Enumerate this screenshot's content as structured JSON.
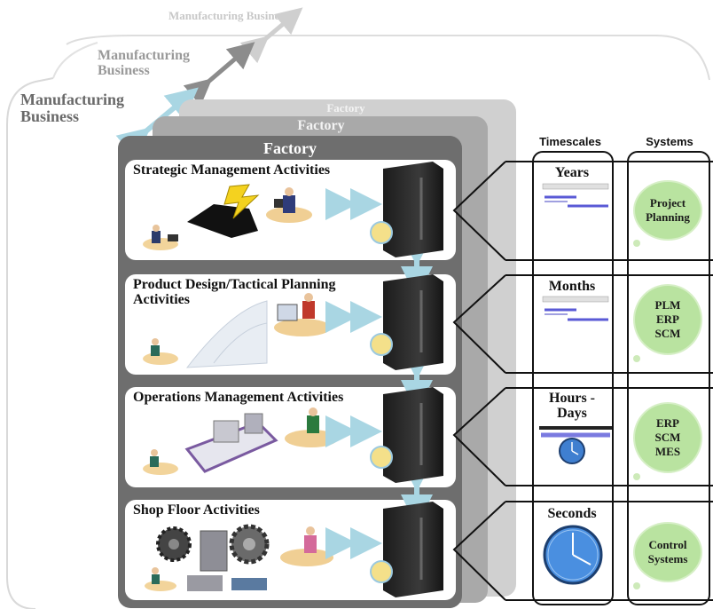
{
  "business_labels": [
    "Manufacturing Business",
    "Manufacturing Business",
    "Manufacturing Business"
  ],
  "factory_labels": [
    "Factory",
    "Factory",
    "Factory"
  ],
  "column_headers": {
    "timescales": "Timescales",
    "systems": "Systems"
  },
  "rows": [
    {
      "title": "Strategic Management Activities",
      "timescale": "Years",
      "systems": [
        "Project",
        "Planning"
      ]
    },
    {
      "title": "Product Design/Tactical Planning\nActivities",
      "timescale": "Months",
      "systems": [
        "PLM",
        "ERP",
        "SCM"
      ]
    },
    {
      "title": "Operations Management Activities",
      "timescale": "Hours -\nDays",
      "systems": [
        "ERP",
        "SCM",
        "MES"
      ]
    },
    {
      "title": "Shop Floor Activities",
      "timescale": "Seconds",
      "systems": [
        "Control",
        "Systems"
      ]
    }
  ],
  "colors": {
    "server": "#2b2b2b",
    "arrow_light": "#a9d6e3",
    "arrow_gray": "#8c8c8c",
    "cloud": "#b9e3a0",
    "panel_dark": "#6e6e6e",
    "panel_mid": "#a6a6a6",
    "panel_light": "#c9c9c9"
  }
}
